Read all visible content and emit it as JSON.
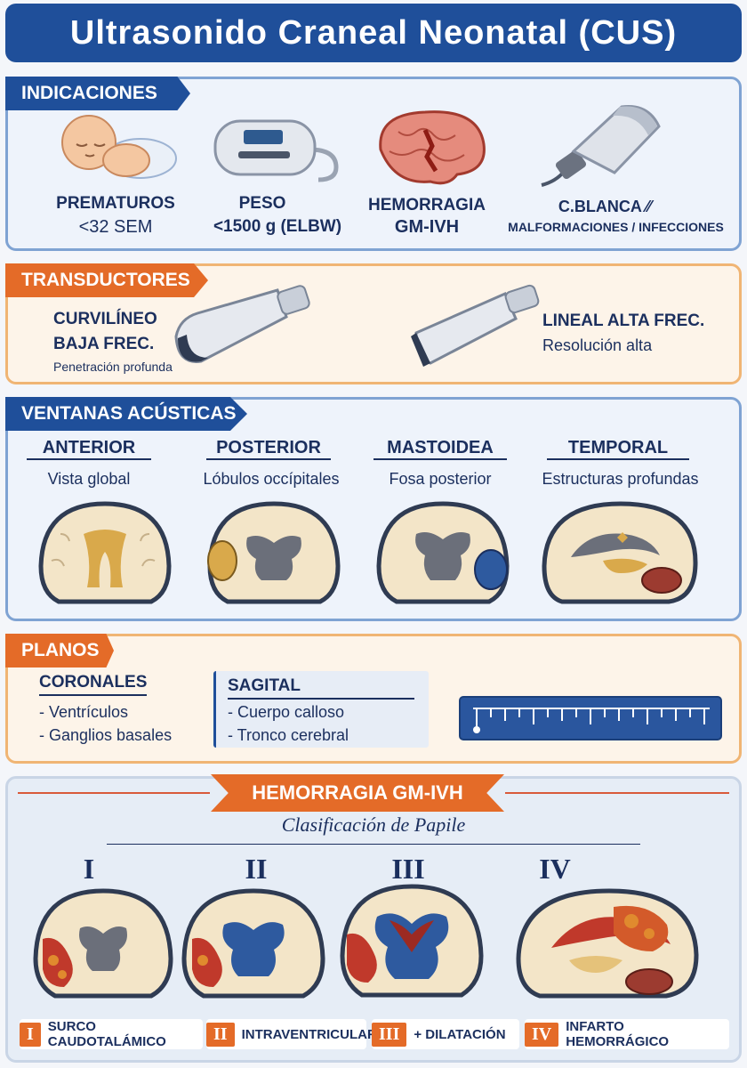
{
  "title": "Ultrasonido Craneal Neonatal (CUS)",
  "indicaciones": {
    "heading": "INDICACIONES",
    "items": [
      {
        "icon": "baby-icon",
        "line1": "PREMATUROS",
        "line2": "<32 SEM"
      },
      {
        "icon": "scale-icon",
        "line1": "PESO",
        "line2": "<1500 g (ELBW)"
      },
      {
        "icon": "brain-hemorrhage-icon",
        "line1": "HEMORRAGIA",
        "line2": "GM-IVH"
      },
      {
        "icon": "ultrasound-probe-icon",
        "line1": "C.BLANCA ⁄⁄",
        "line2": "MALFORMACIONES / INFECCIONES"
      }
    ]
  },
  "transductores": {
    "heading": "TRANSDUCTORES",
    "curvilineo": {
      "line1": "CURVILÍNEO",
      "line2": "BAJA FREC.",
      "line3": "Penetración profunda"
    },
    "lineal": {
      "line1": "LINEAL ALTA FREC.",
      "line2": "Resolución alta"
    }
  },
  "ventanas": {
    "heading": "VENTANAS ACÚSTICAS",
    "items": [
      {
        "name": "ANTERIOR",
        "desc": "Vista global"
      },
      {
        "name": "POSTERIOR",
        "desc": "Lóbulos occípitales"
      },
      {
        "name": "MASTOIDEA",
        "desc": "Fosa posterior"
      },
      {
        "name": "TEMPORAL",
        "desc": "Estructuras profundas"
      }
    ]
  },
  "planos": {
    "heading": "PLANOS",
    "coronales": {
      "title": "CORONALES",
      "items": [
        "- Ventrículos",
        "- Ganglios basales"
      ]
    },
    "sagital": {
      "title": "SAGITAL",
      "items": [
        "- Cuerpo calloso",
        "- Tronco cerebral"
      ]
    }
  },
  "hemorragia": {
    "heading": "HEMORRAGIA GM-IVH",
    "subtitle": "Clasificación de Papile",
    "grades": [
      "I",
      "II",
      "III",
      "IV"
    ],
    "legend": [
      {
        "num": "I",
        "text": "SURCO CAUDOTALÁMICO"
      },
      {
        "num": "II",
        "text": "INTRAVENTRICULAR"
      },
      {
        "num": "III",
        "text": "+ DILATACIÓN"
      },
      {
        "num": "IV",
        "text": "INFARTO HEMORRÁGICO"
      }
    ]
  },
  "colors": {
    "navy": "#1f4f9a",
    "orange": "#e46b28",
    "blood": "#c0392b"
  }
}
